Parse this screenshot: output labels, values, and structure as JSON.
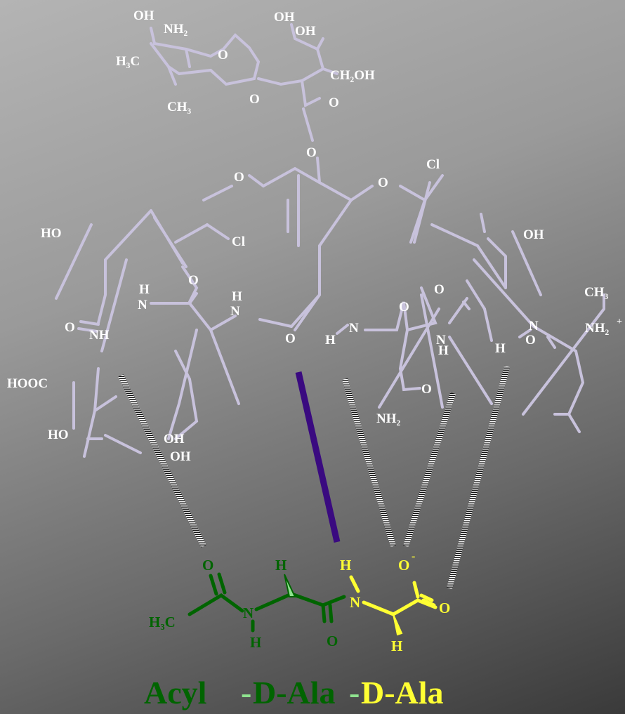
{
  "labels": {
    "oh1": "OH",
    "nh2_top": "NH₂",
    "h3c_top": "H₃C",
    "o_ring1": "O",
    "ch3_top": "CH₃",
    "oh2": "OH",
    "oh3": "OH",
    "ch2oh": "CH₂OH",
    "o_link1": "O",
    "o_ring2": "O",
    "o_link2": "O",
    "o_left": "O",
    "o_mid": "O",
    "cl_right": "Cl",
    "cl_left": "Cl",
    "ho_left": "HO",
    "oh_right": "OH",
    "h_a": "H",
    "n_a": "N",
    "o_a": "O",
    "h_b": "H",
    "n_b": "N",
    "o_b": "O",
    "n_c": "N",
    "o_c": "O",
    "o_d": "O",
    "n_d": "N",
    "h_d": "H",
    "h_c": "H",
    "ch3_right": "CH₃",
    "n_e": "N",
    "nh2_plus": "NH₂",
    "plus": "+",
    "h_e": "H",
    "o_e": "O",
    "o_f": "O",
    "nh": "NH",
    "hooc": "HOOC",
    "o_g": "O",
    "nh2_bottom": "NH₂",
    "ho_bottom": "HO",
    "oh_b1": "OH",
    "oh_b2": "OH"
  },
  "ligand": {
    "o_acyl": "O",
    "h3c": "H₃C",
    "n_acyl": "N",
    "h_nacyl": "H",
    "h_ca1": "H",
    "o_ala1": "O",
    "h_n2": "H",
    "n2": "N",
    "o_minus": "O",
    "minus": "-",
    "o_carb": "O",
    "h_ca2": "H"
  },
  "caption": {
    "acyl": "Acyl",
    "dash1": "-",
    "dala1": "D-Ala",
    "dash2": "-",
    "dala2": "D-Ala"
  },
  "colors": {
    "background_light": "#b4b4b4",
    "background_dark": "#3a3a3a",
    "scaffold": "#c8c2dc",
    "acyl_green": "#006400",
    "light_green": "#8fe38f",
    "dala_yellow": "#ffff33",
    "strong_bond_purple": "#3a0a80"
  }
}
